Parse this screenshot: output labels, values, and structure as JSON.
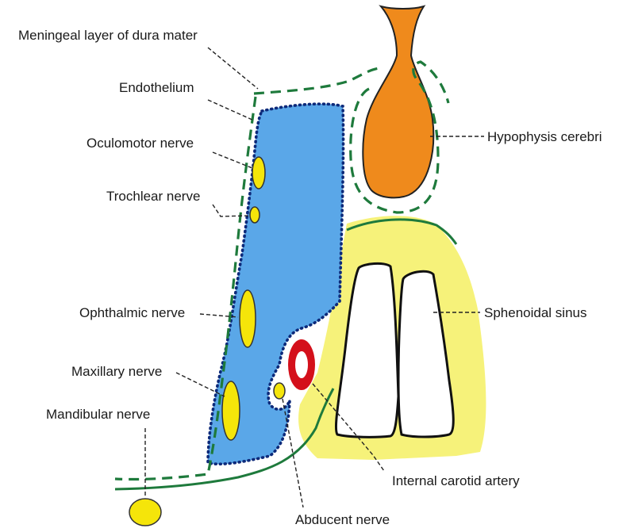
{
  "labels": {
    "meningeal_layer": "Meningeal layer of dura mater",
    "endothelium": "Endothelium",
    "oculomotor_nerve": "Oculomotor nerve",
    "trochlear_nerve": "Trochlear nerve",
    "ophthalmic_nerve": "Ophthalmic nerve",
    "maxillary_nerve": "Maxillary nerve",
    "mandibular_nerve": "Mandibular nerve",
    "hypophysis_cerebri": "Hypophysis cerebri",
    "sphenoidal_sinus": "Sphenoidal sinus",
    "internal_carotid_artery": "Internal carotid artery",
    "abducent_nerve": "Abducent nerve"
  },
  "colors": {
    "sinus_blue": "#5aa7e8",
    "hypophysis_orange": "#ef8a1c",
    "bone_yellow": "#f6f27a",
    "nerve_yellow": "#f5e50a",
    "dura_green": "#1e7a3c",
    "endothelium_dots": "#0d2a7a",
    "artery_red": "#d4101b"
  }
}
